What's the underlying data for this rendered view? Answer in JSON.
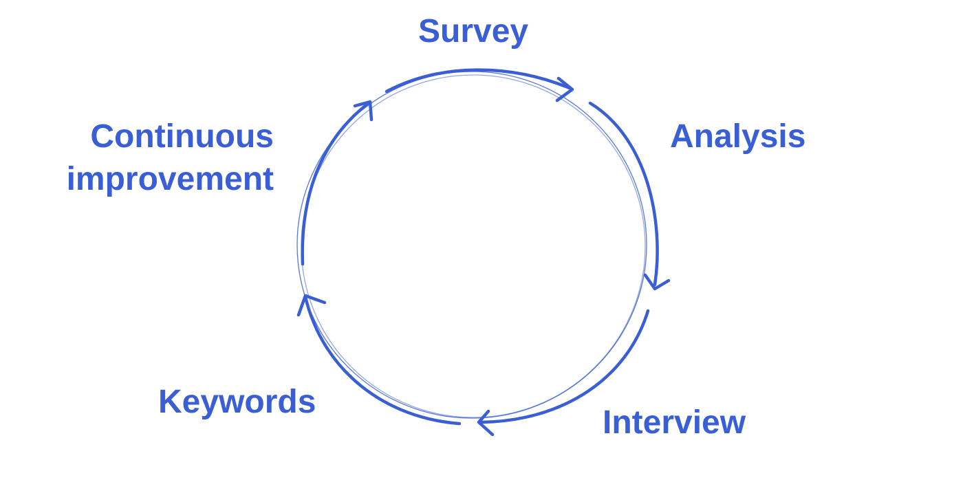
{
  "diagram": {
    "color": "#3a5fd4",
    "stages": [
      {
        "id": "survey",
        "label": "Survey"
      },
      {
        "id": "analysis",
        "label": "Analysis"
      },
      {
        "id": "interview",
        "label": "Interview"
      },
      {
        "id": "keywords",
        "label": "Keywords"
      },
      {
        "id": "continuous",
        "label_lines": [
          "Continuous",
          "improvement"
        ]
      }
    ]
  }
}
